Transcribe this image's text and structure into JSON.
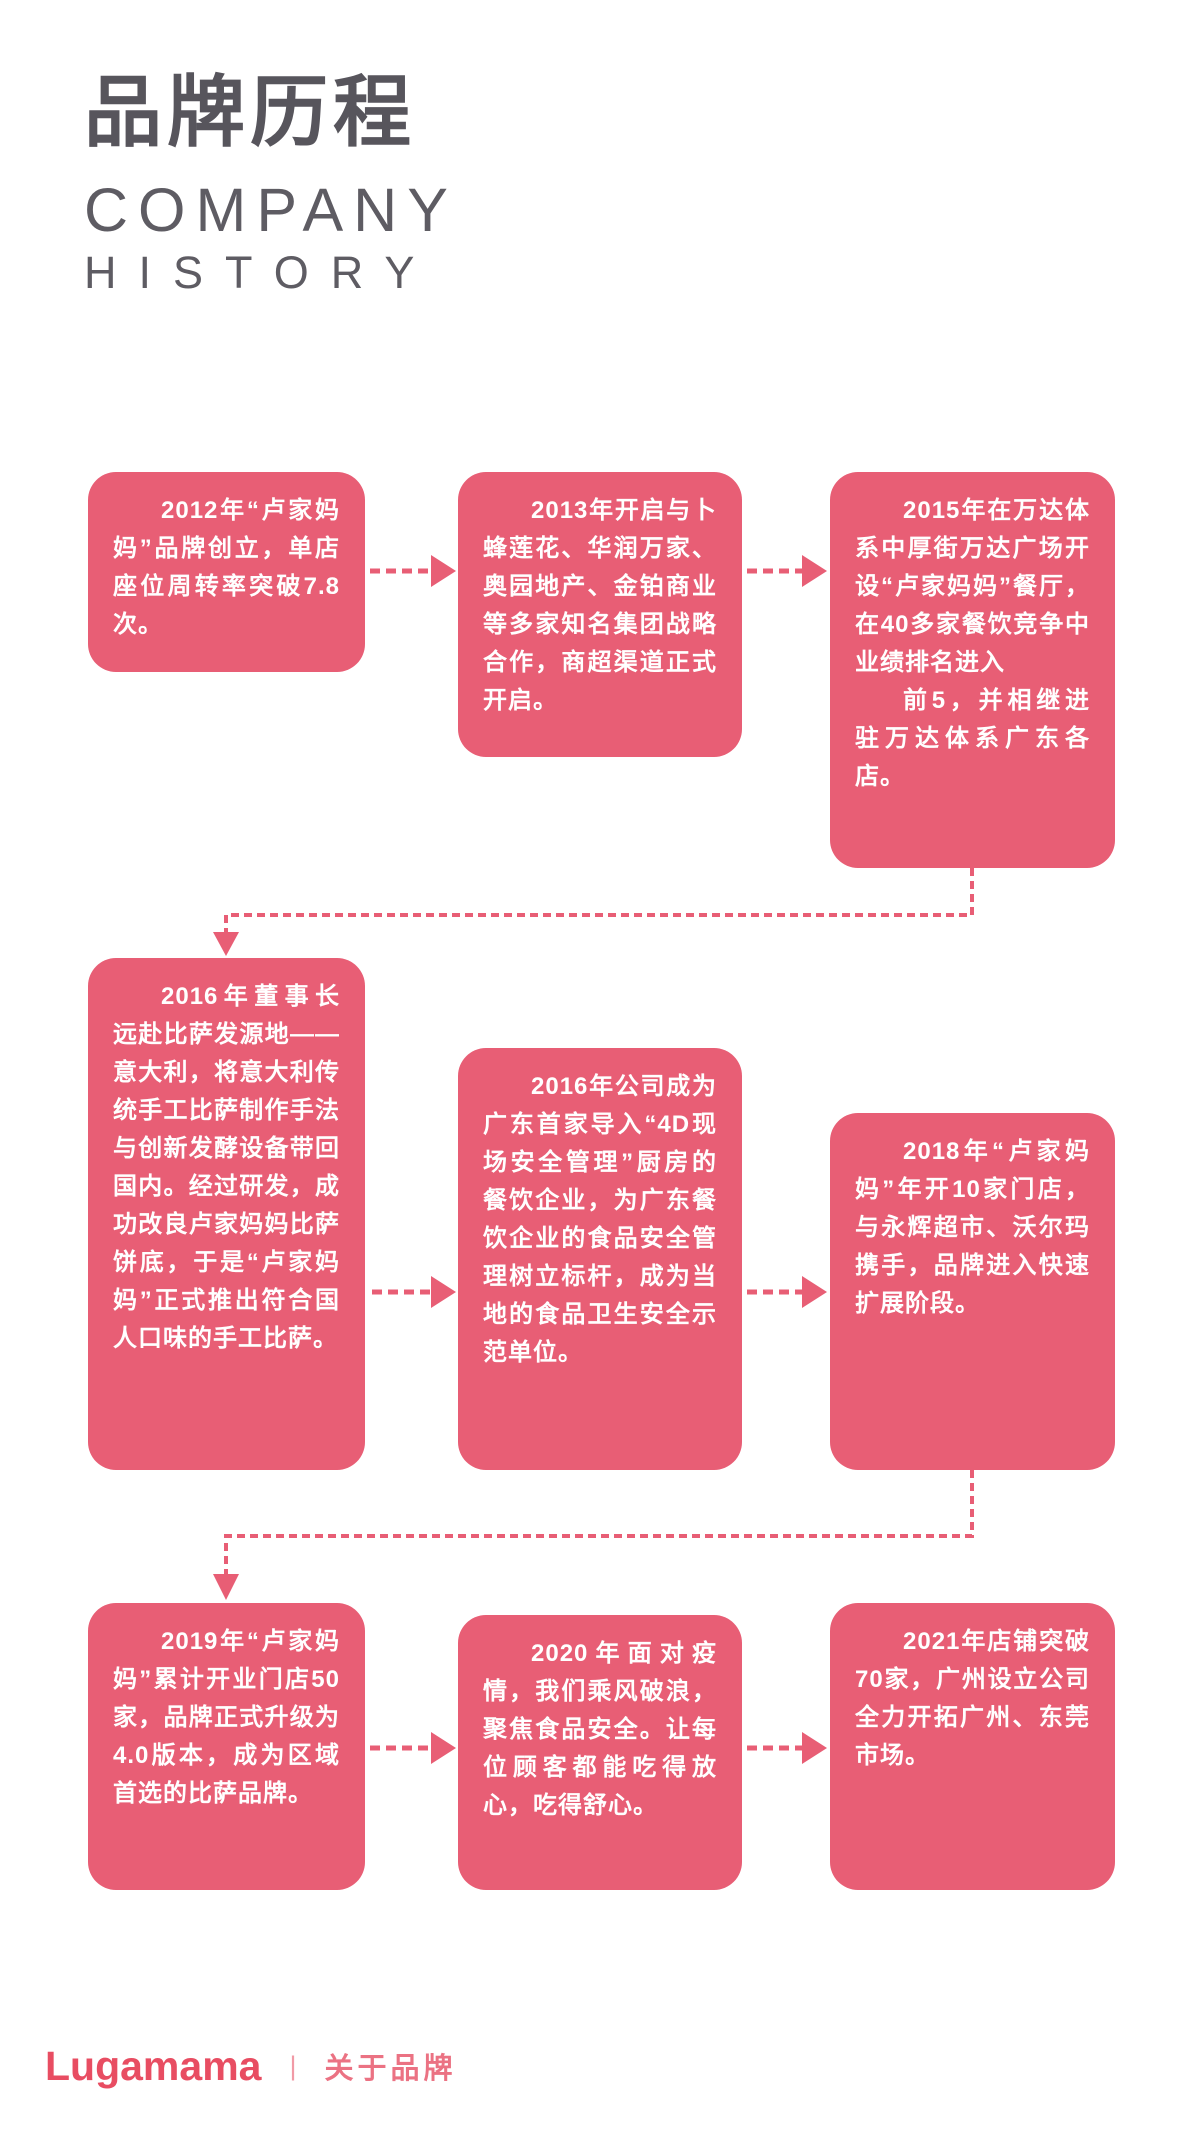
{
  "header": {
    "title_zh": "品牌历程",
    "subtitle_line1": "COMPANY",
    "subtitle_line2": "HISTORY"
  },
  "timeline": {
    "boxes": [
      {
        "year": "2012",
        "paragraphs": [
          "2012年“卢家妈妈”品牌创立，单店座位周转率突破7.8次。"
        ]
      },
      {
        "year": "2013",
        "paragraphs": [
          "2013年开启与卜蜂莲花、华润万家、奥园地产、金铂商业等多家知名集团战略合作，商超渠道正式开启。"
        ]
      },
      {
        "year": "2015",
        "paragraphs": [
          "2015年在万达体系中厚街万达广场开设“卢家妈妈”餐厅，在40多家餐饮竞争中业绩排名进入",
          "前5，并相继进驻万达体系广东各店。"
        ]
      },
      {
        "year": "2016",
        "paragraphs": [
          "2016年董事长远赴比萨发源地——意大利，将意大利传统手工比萨制作手法与创新发酵设备带回国内。经过研发，成功改良卢家妈妈比萨饼底，于是“卢家妈妈”正式推出符合国人口味的手工比萨。"
        ]
      },
      {
        "year": "2016",
        "paragraphs": [
          "2016年公司成为广东首家导入“4D现场安全管理”厨房的餐饮企业，为广东餐饮企业的食品安全管理树立标杆，成为当地的食品卫生安全示范单位。"
        ]
      },
      {
        "year": "2018",
        "paragraphs": [
          "2018年“卢家妈妈”年开10家门店，与永辉超市、沃尔玛携手，品牌进入快速扩展阶段。"
        ]
      },
      {
        "year": "2019",
        "paragraphs": [
          "2019年“卢家妈妈”累计开业门店50家，品牌正式升级为4.0版本，成为区域首选的比萨品牌。"
        ]
      },
      {
        "year": "2020",
        "paragraphs": [
          "2020年面对疫情，我们乘风破浪，聚焦食品安全。让每位顾客都能吃得放心，吃得舒心。"
        ]
      },
      {
        "year": "2021",
        "paragraphs": [
          "2021年店铺突破70家，广州设立公司全力开拓广州、东莞市场。"
        ]
      }
    ]
  },
  "footer": {
    "logo": "Lugamama",
    "divider": "|",
    "label": "关于品牌"
  },
  "colors": {
    "accent": "#E85E75",
    "heading": "#57555C",
    "subheading": "#5E5C63",
    "logo_red": "#E84D62",
    "footer_label": "#EB7283",
    "box_text": "#FFFFFF"
  }
}
